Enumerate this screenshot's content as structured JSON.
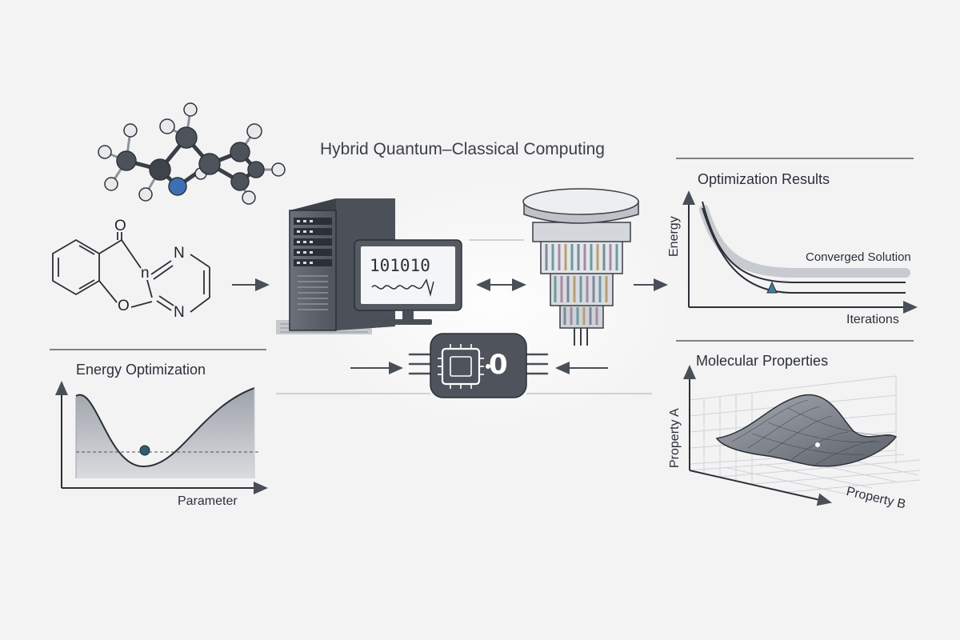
{
  "title": "Hybrid Quantum–Classical Computing",
  "structure_atoms": {
    "o_top": "O",
    "n_top": "N",
    "n_mid": "n",
    "o_bottom": "O",
    "n_bottom": "N"
  },
  "monitor_text": "101010",
  "chip_label": "0",
  "energy_panel": {
    "title": "Energy Optimization",
    "x_label": "Parameter"
  },
  "results_panel": {
    "title": "Optimization Results",
    "y_label": "Energy",
    "x_label": "Iterations",
    "annotation": "Converged Solution"
  },
  "properties_panel": {
    "title": "Molecular Properties",
    "y_label": "Property A",
    "x_label": "Property B"
  },
  "colors": {
    "background": "#f3f3f4",
    "ink": "#2b3038",
    "dark_gray": "#4a4f57",
    "blue_accent": "#3f6fb3",
    "teal_accent": "#3e7f9a"
  }
}
